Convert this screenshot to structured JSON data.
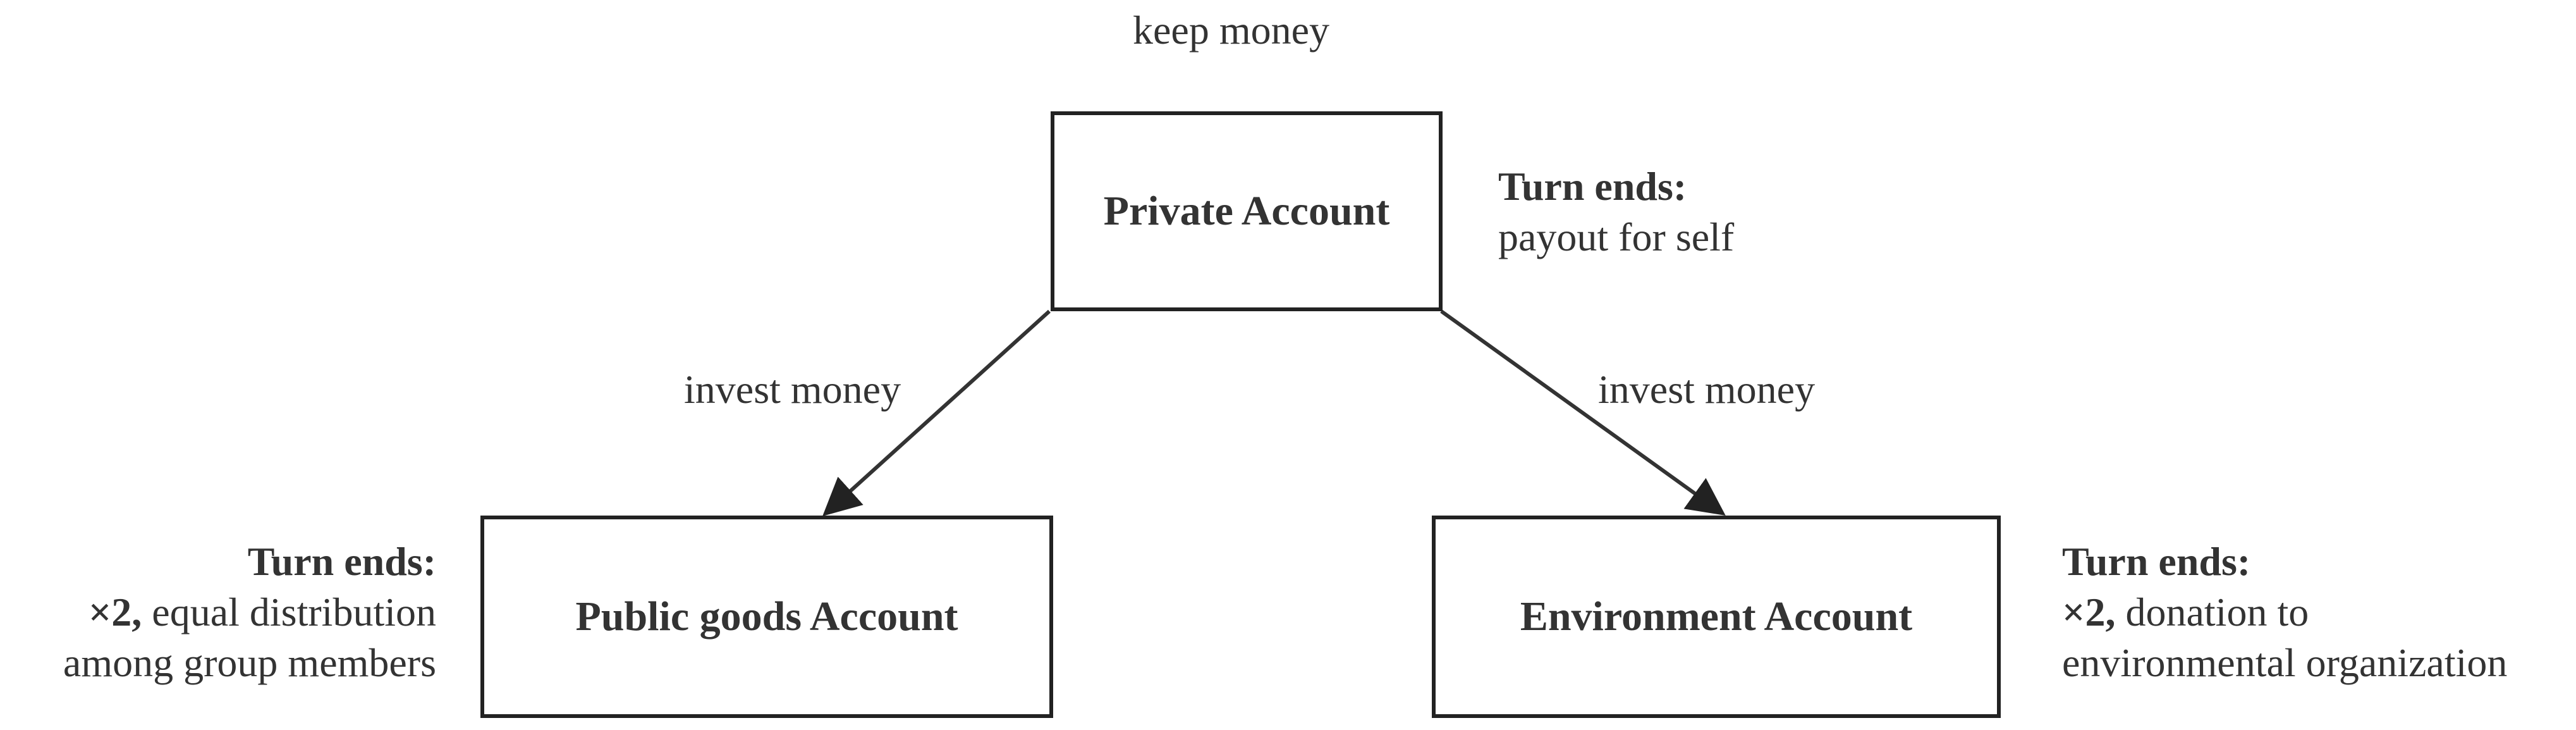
{
  "nodes": {
    "private": {
      "label": "Private Account"
    },
    "public_goods": {
      "label": "Public goods Account"
    },
    "environment": {
      "label": "Environment Account"
    }
  },
  "edges": {
    "keep": {
      "label": "keep money"
    },
    "to_public": {
      "label": "invest money"
    },
    "to_environment": {
      "label": "invest money"
    }
  },
  "notes": {
    "private": {
      "heading": "Turn ends:",
      "line1": "payout for self"
    },
    "public_goods": {
      "heading": "Turn ends:",
      "multiplier": "×2,",
      "line1_rest": " equal distribution",
      "line2": "among group members"
    },
    "environment": {
      "heading": "Turn ends:",
      "multiplier": "×2,",
      "line1_rest": " donation to",
      "line2": "environmental organization"
    }
  }
}
